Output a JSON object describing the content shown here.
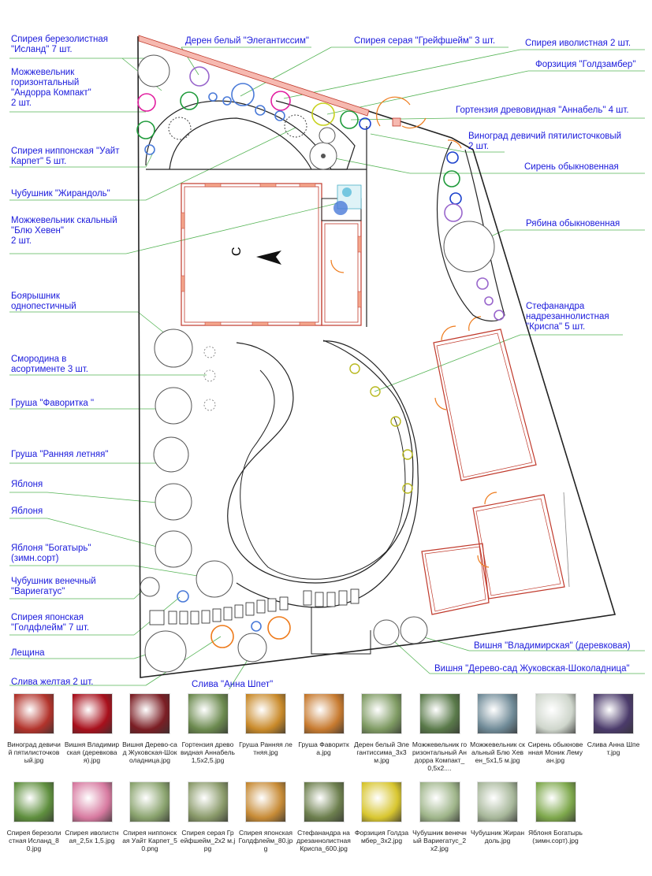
{
  "labels": [
    {
      "id": "l1",
      "text": "Спирея березолистная\n\"Исланд\" 7 шт."
    },
    {
      "id": "l2",
      "text": "Дерен белый \"Элегантиссим\""
    },
    {
      "id": "l3",
      "text": "Спирея серая \"Грейфшейм\" 3 шт."
    },
    {
      "id": "l4",
      "text": "Спирея иволистная 2 шт."
    },
    {
      "id": "l5",
      "text": "Можжевельник\nгоризонтальный\n\"Андорра Компакт\"\n2 шт."
    },
    {
      "id": "l6",
      "text": "Форзиция \"Голдзамбер\""
    },
    {
      "id": "l7",
      "text": "Гортензия древовидная \"Аннабель\" 4 шт."
    },
    {
      "id": "l8",
      "text": "Виноград девичий пятилисточковый\n2 шт."
    },
    {
      "id": "l9",
      "text": "Спирея ниппонская \"Уайт\nКарпет\" 5 шт."
    },
    {
      "id": "l10",
      "text": "Сирень обыкновенная"
    },
    {
      "id": "l11",
      "text": "Чубушник \"Жирандоль\""
    },
    {
      "id": "l12",
      "text": "Можжевельник скальный\n\"Блю Хевен\"\n2 шт."
    },
    {
      "id": "l13",
      "text": "Рябина обыкновенная"
    },
    {
      "id": "l14",
      "text": "Боярышник\nоднопестичный"
    },
    {
      "id": "l15",
      "text": "Стефанандра\nнадрезаннолистная\n\"Криспа\" 5 шт."
    },
    {
      "id": "l16",
      "text": "Смородина в\nасортименте 3 шт."
    },
    {
      "id": "l17",
      "text": "Груша \"Фаворитка \""
    },
    {
      "id": "l18",
      "text": "Груша \"Ранняя летняя\""
    },
    {
      "id": "l19",
      "text": "Яблоня"
    },
    {
      "id": "l20",
      "text": "Яблоня"
    },
    {
      "id": "l21",
      "text": "Яблоня \"Богатырь\"\n(зимн.сорт)"
    },
    {
      "id": "l22",
      "text": "Чубушник венечный\n\"Вариегатус\""
    },
    {
      "id": "l23",
      "text": "Спирея японская\n\"Голдфлейм\" 7 шт."
    },
    {
      "id": "l24",
      "text": "Лещина"
    },
    {
      "id": "l25",
      "text": "Вишня \"Владимирская\" (деревковая)"
    },
    {
      "id": "l26",
      "text": "Вишня \"Дерево-сад Жуковская-Шоколадница\""
    },
    {
      "id": "l27",
      "text": "Слива желтая 2 шт."
    },
    {
      "id": "l28",
      "text": "Слива \"Анна Шпет\""
    }
  ],
  "compass_letter": "С",
  "thumbs": [
    {
      "caption": "Виноград девичий пятилисточковый.jpg",
      "color": "#b2332b"
    },
    {
      "caption": "Вишня Владимирская (деревковая).jpg",
      "color": "#a8101c"
    },
    {
      "caption": "Вишня Дерево-сад Жуковская-Шоколадница.jpg",
      "color": "#7b1e24"
    },
    {
      "caption": "Гортензия древовидная Аннабель 1,5x2,5.jpg",
      "color": "#6c8a4f"
    },
    {
      "caption": "Груша Ранняя летняя.jpg",
      "color": "#c98a2a"
    },
    {
      "caption": "Груша Фаворитка.jpg",
      "color": "#c77a2f"
    },
    {
      "caption": "Дерен белый Элегантиссима_3x3 м.jpg",
      "color": "#7e9a62"
    },
    {
      "caption": "Можжевельник горизонтальный Андорра Компакт_0,5x2....",
      "color": "#5a7a4a"
    },
    {
      "caption": "Можжевельник скальный Блю Хевен_5x1,5 м.jpg",
      "color": "#6f8a97"
    },
    {
      "caption": "Сирень обыкновенная Моник Лемуан.jpg",
      "color": "#cfd6cc"
    },
    {
      "caption": "Слива Анна Шпет.jpg",
      "color": "#4b3b6b"
    },
    {
      "caption": "Спирея березолистная Исланд_80.jpg",
      "color": "#5f8f3e"
    },
    {
      "caption": "Спирея иволистная_2,5x 1,5.jpg",
      "color": "#d77aa0"
    },
    {
      "caption": "Спирея ниппонская Уайт Карпет_50.png",
      "color": "#8aa36e"
    },
    {
      "caption": "Спирея серая Грейфшейм_2x2 м.jpg",
      "color": "#8a9a6a"
    },
    {
      "caption": "Спирея японская Голдфлейм_80.jpg",
      "color": "#c78b36"
    },
    {
      "caption": "Стефанандра надрезаннолистная Криспа_600.jpg",
      "color": "#6d7f4e"
    },
    {
      "caption": "Форзиция Голдзамбер_3x2.jpg",
      "color": "#d8c630"
    },
    {
      "caption": "Чубушник венечный Вариегатус_2x2.jpg",
      "color": "#9fb58a"
    },
    {
      "caption": "Чубушник Жирандоль.jpg",
      "color": "#a7b79a"
    },
    {
      "caption": "Яблоня Богатырь (зимн.сорт).jpg",
      "color": "#7ea84c"
    }
  ]
}
